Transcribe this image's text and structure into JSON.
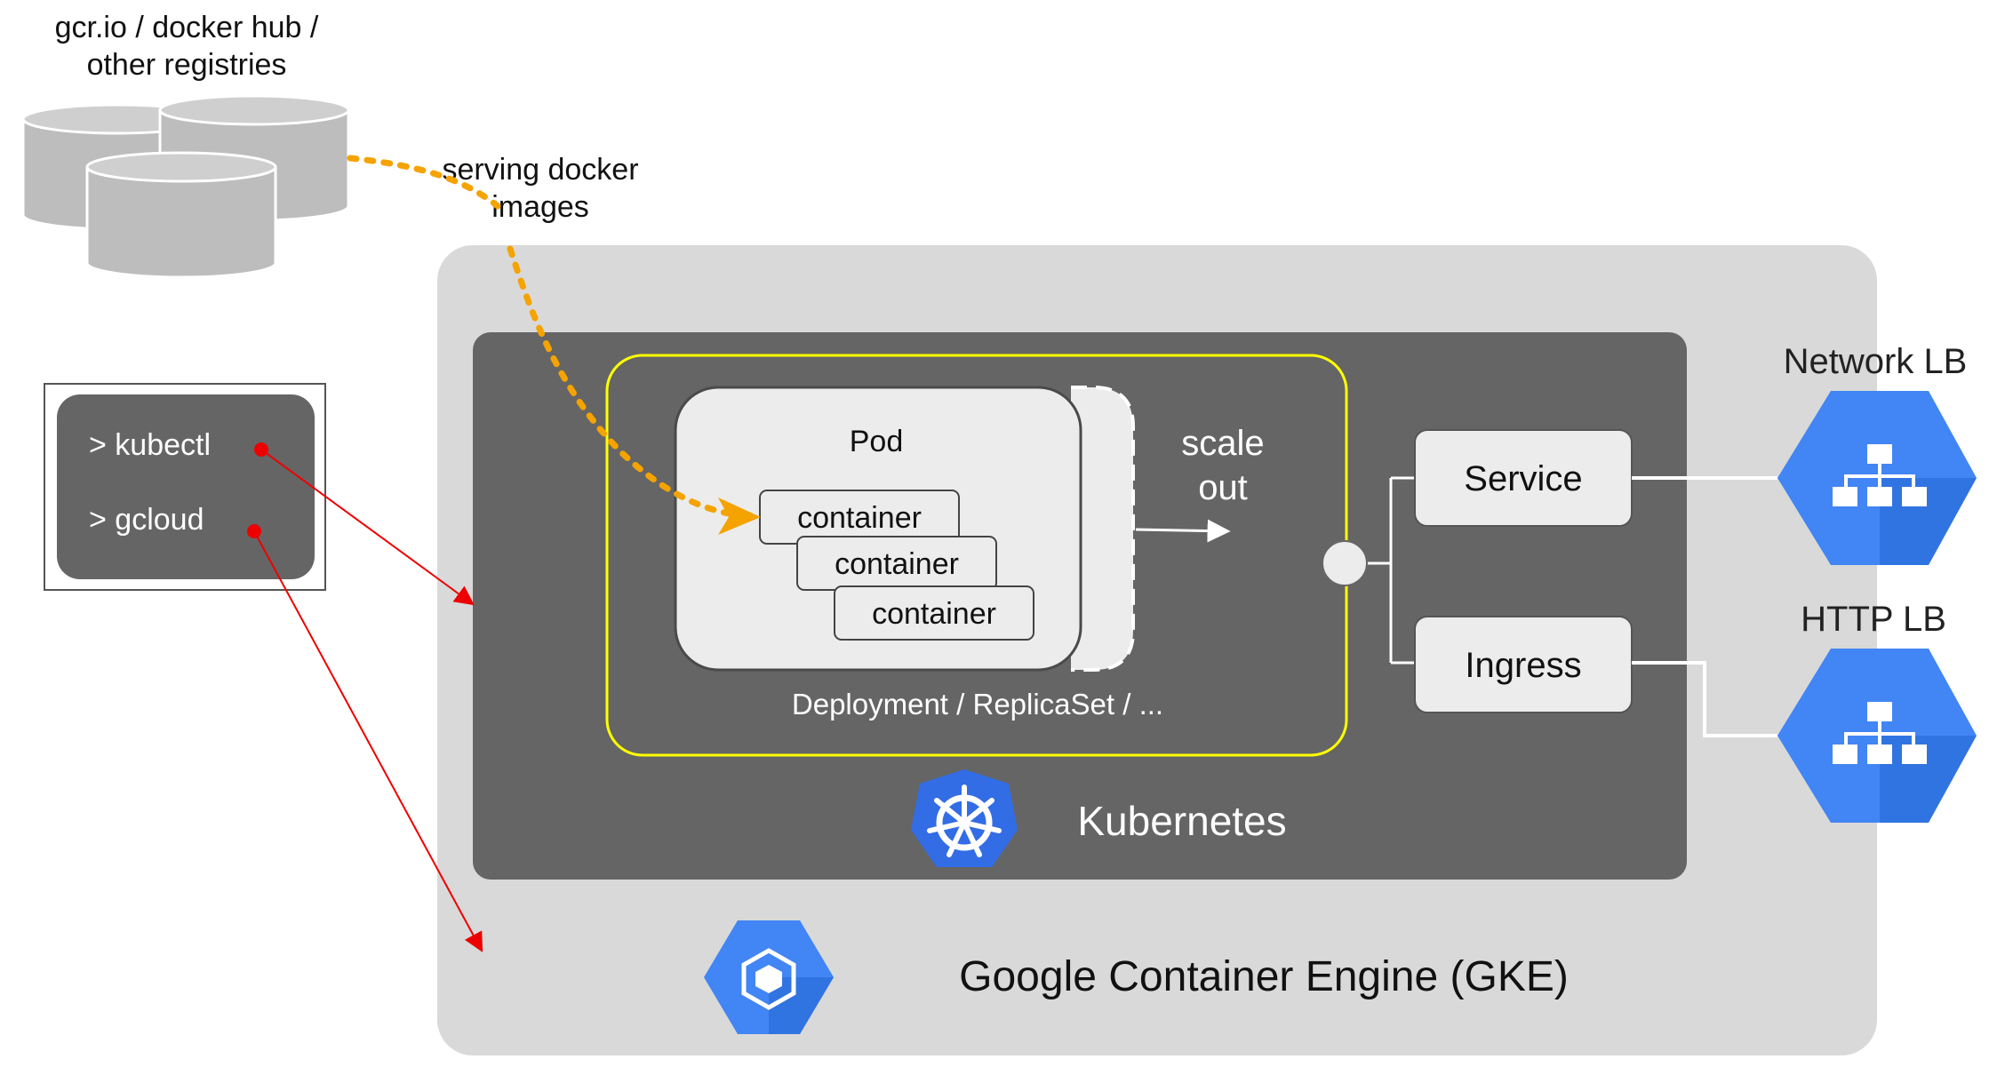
{
  "registries": {
    "label_line1": "gcr.io / docker hub /",
    "label_line2": "other registries"
  },
  "serving": {
    "line1": "serving docker",
    "line2": "images"
  },
  "cli": {
    "kubectl": "> kubectl",
    "gcloud": "> gcloud"
  },
  "pod": {
    "title": "Pod",
    "containers": [
      "container",
      "container",
      "container"
    ]
  },
  "deployment": {
    "label": "Deployment / ReplicaSet / ..."
  },
  "scale": {
    "line1": "scale",
    "line2": "out"
  },
  "service": {
    "label": "Service"
  },
  "ingress": {
    "label": "Ingress"
  },
  "kubernetes": {
    "label": "Kubernetes"
  },
  "gke": {
    "label": "Google Container Engine (GKE)"
  },
  "lb": {
    "network": "Network LB",
    "http": "HTTP LB"
  },
  "icons": {
    "database": "database-icon",
    "kubernetes": "kubernetes-helm-icon",
    "gke": "gke-cube-icon",
    "load_balancer": "load-balancer-icon"
  },
  "colors": {
    "gke_bg": "#d9d9d9",
    "k8s_bg": "#656565",
    "deployment_border": "#ffff00",
    "pod_bg": "#ececec",
    "arrow_red": "#ee0000",
    "arrow_orange": "#f4a300",
    "k8s_blue": "#326de6",
    "gcp_blue": "#4285f4"
  }
}
